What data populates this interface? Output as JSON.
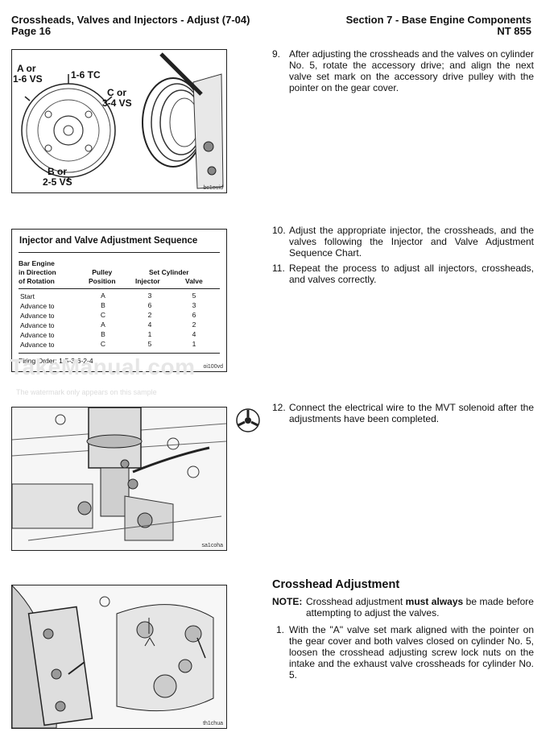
{
  "header": {
    "left_title": "Crossheads, Valves and Injectors - Adjust (7-04)",
    "left_page": "Page 16",
    "right_section": "Section 7 - Base Engine Components",
    "right_model": "NT 855"
  },
  "figure1": {
    "label_a": "A or",
    "label_a2": "1-6 VS",
    "label_tc": "1-6 TC",
    "label_c": "C or",
    "label_c2": "3-4 VS",
    "label_b": "B or",
    "label_b2": "2-5 VS",
    "code": "bc1ouid"
  },
  "table": {
    "title": "Injector and Valve Adjustment Sequence",
    "col1_lines": [
      "Bar Engine",
      "in Direction",
      "of Rotation"
    ],
    "col2_lines": [
      "Pulley",
      "Position"
    ],
    "set_cylinder": "Set Cylinder",
    "col3": "Injector",
    "col4": "Valve",
    "rows": [
      [
        "Start",
        "A",
        "3",
        "5"
      ],
      [
        "Advance to",
        "B",
        "6",
        "3"
      ],
      [
        "Advance to",
        "C",
        "2",
        "6"
      ],
      [
        "Advance to",
        "A",
        "4",
        "2"
      ],
      [
        "Advance to",
        "B",
        "1",
        "4"
      ],
      [
        "Advance to",
        "C",
        "5",
        "1"
      ]
    ],
    "firing_order": "Firing Order: 1-5-3-6-2-4",
    "code": "oi100vd"
  },
  "watermark": {
    "brand": "TakeManual.com",
    "note": "The watermark only appears on this sample"
  },
  "figure3": {
    "code": "sa1coha"
  },
  "figure4": {
    "code": "th1chua"
  },
  "steps": {
    "s9_num": "9.",
    "s9": "After adjusting the crossheads and the valves on cylinder No. 5, rotate the accessory drive; and align the next valve set mark on the accessory drive pulley with the pointer on the gear cover.",
    "s10_num": "10.",
    "s10": "Adjust the appropriate injector, the crossheads, and the valves following the Injector and Valve Adjustment Sequence Chart.",
    "s11_num": "11.",
    "s11": "Repeat the process to adjust all injectors, crossheads, and valves correctly.",
    "s12_num": "12.",
    "s12": "Connect the electrical wire to the MVT solenoid after the adjustments have been completed.",
    "s1_num": "1.",
    "s1": "With the \"A\" valve set mark aligned with the pointer on the gear cover and both valves closed on cylinder No. 5, loosen the crosshead adjusting screw lock nuts on the intake and the exhaust valve crossheads for cylinder No. 5."
  },
  "crosshead": {
    "heading": "Crosshead Adjustment",
    "note_label": "NOTE:",
    "note_pre": "Crosshead adjustment",
    "note_bold": "must always",
    "note_post": "be made before attempting to adjust the valves."
  }
}
